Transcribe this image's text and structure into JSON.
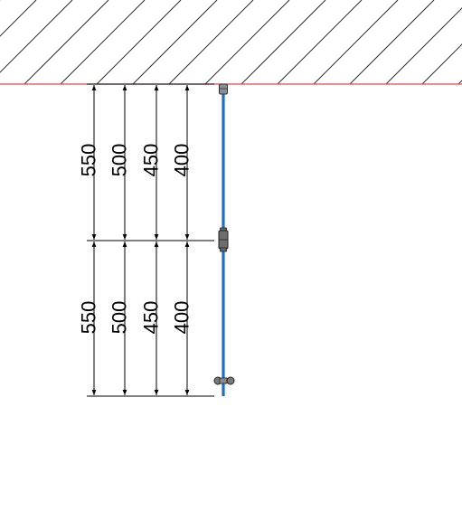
{
  "colors": {
    "ceiling_line": "#e8474b",
    "hatch": "#1a1a1a",
    "rod": "#1f6fc8",
    "hardware": "#555555",
    "dimension": "#000000"
  },
  "upper_section": {
    "dimensions": [
      {
        "name": "dim-upper-550",
        "label": "550"
      },
      {
        "name": "dim-upper-500",
        "label": "500"
      },
      {
        "name": "dim-upper-450",
        "label": "450"
      },
      {
        "name": "dim-upper-400",
        "label": "400"
      }
    ]
  },
  "lower_section": {
    "dimensions": [
      {
        "name": "dim-lower-550",
        "label": "550"
      },
      {
        "name": "dim-lower-500",
        "label": "500"
      },
      {
        "name": "dim-lower-450",
        "label": "450"
      },
      {
        "name": "dim-lower-400",
        "label": "400"
      }
    ]
  },
  "hardware": [
    "ceiling-mount-icon",
    "rod-coupler-icon",
    "rod-end-knob-icon"
  ]
}
